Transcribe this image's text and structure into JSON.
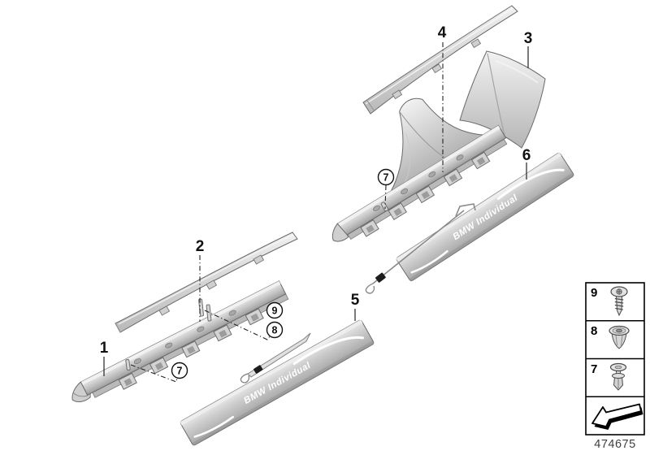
{
  "diagram": {
    "part_number": "474675",
    "sill_brand_text": "BMW Individual",
    "labels": {
      "l1": "1",
      "l2": "2",
      "l3": "3",
      "l4": "4",
      "l5": "5",
      "l6": "6"
    },
    "callouts": {
      "c7": "7",
      "c8": "8",
      "c9": "9"
    },
    "legend": {
      "items": [
        {
          "label": "9",
          "icon": "screw-icon"
        },
        {
          "label": "8",
          "icon": "expanding-rivet-icon"
        },
        {
          "label": "7",
          "icon": "push-rivet-icon"
        },
        {
          "label": "",
          "icon": "direction-arrow-icon"
        }
      ]
    },
    "colors": {
      "background": "#ffffff",
      "part_fill": "#d9d9d9",
      "part_highlight": "#f2f2f2",
      "part_shadow": "#9e9e9e",
      "outline": "#6a6a6a",
      "label": "#111111",
      "sill_text": "#ffffff",
      "connector": "#1d1d1d",
      "part_number_text": "#3f3f3f"
    }
  }
}
